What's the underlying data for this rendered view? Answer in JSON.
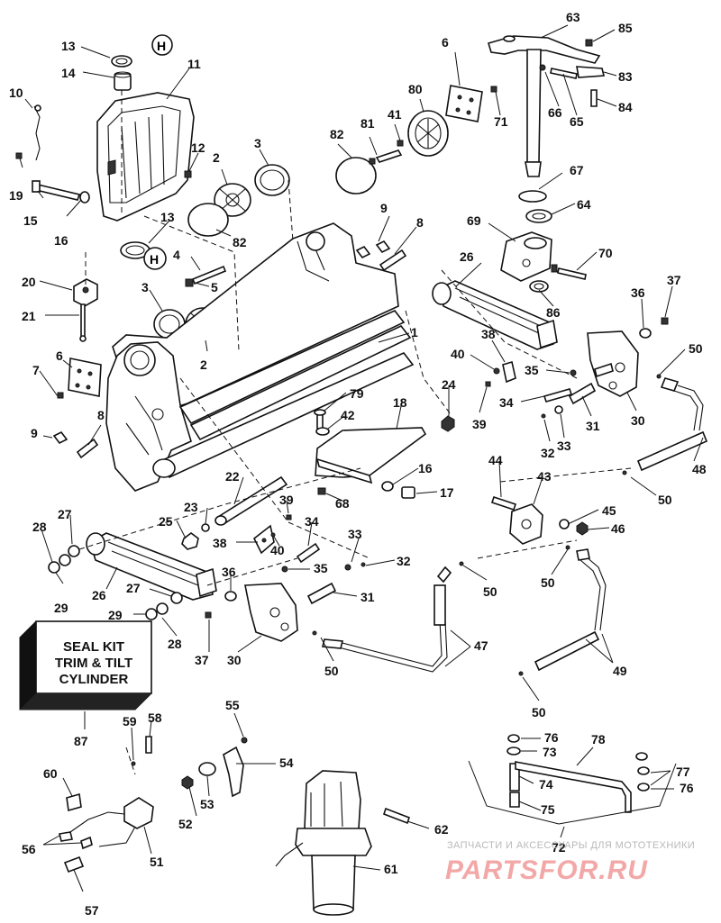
{
  "diagram": {
    "callouts": [
      {
        "id": "c13a",
        "text": "13"
      },
      {
        "id": "c14",
        "text": "14"
      },
      {
        "id": "c11",
        "text": "11"
      },
      {
        "id": "c10",
        "text": "10"
      },
      {
        "id": "c12",
        "text": "12"
      },
      {
        "id": "c19",
        "text": "19"
      },
      {
        "id": "c15",
        "text": "15"
      },
      {
        "id": "c16a",
        "text": "16"
      },
      {
        "id": "c2a",
        "text": "2"
      },
      {
        "id": "c3a",
        "text": "3"
      },
      {
        "id": "c13b",
        "text": "13"
      },
      {
        "id": "c82a",
        "text": "82"
      },
      {
        "id": "c4",
        "text": "4"
      },
      {
        "id": "c5",
        "text": "5"
      },
      {
        "id": "c20",
        "text": "20"
      },
      {
        "id": "c21",
        "text": "21"
      },
      {
        "id": "c3b",
        "text": "3"
      },
      {
        "id": "c2b",
        "text": "2"
      },
      {
        "id": "c6a",
        "text": "6"
      },
      {
        "id": "c7",
        "text": "7"
      },
      {
        "id": "c9a",
        "text": "9"
      },
      {
        "id": "c8a",
        "text": "8"
      },
      {
        "id": "c82b",
        "text": "82"
      },
      {
        "id": "c81",
        "text": "81"
      },
      {
        "id": "c41",
        "text": "41"
      },
      {
        "id": "c80",
        "text": "80"
      },
      {
        "id": "c6b",
        "text": "6"
      },
      {
        "id": "c71",
        "text": "71"
      },
      {
        "id": "c63",
        "text": "63"
      },
      {
        "id": "c85",
        "text": "85"
      },
      {
        "id": "c83",
        "text": "83"
      },
      {
        "id": "c66",
        "text": "66"
      },
      {
        "id": "c65",
        "text": "65"
      },
      {
        "id": "c84",
        "text": "84"
      },
      {
        "id": "c67",
        "text": "67"
      },
      {
        "id": "c64",
        "text": "64"
      },
      {
        "id": "c69",
        "text": "69"
      },
      {
        "id": "c70",
        "text": "70"
      },
      {
        "id": "c9b",
        "text": "9"
      },
      {
        "id": "c8b",
        "text": "8"
      },
      {
        "id": "c26a",
        "text": "26"
      },
      {
        "id": "c86",
        "text": "86"
      },
      {
        "id": "c36a",
        "text": "36"
      },
      {
        "id": "c37a",
        "text": "37"
      },
      {
        "id": "c1",
        "text": "1"
      },
      {
        "id": "c38a",
        "text": "38"
      },
      {
        "id": "c40a",
        "text": "40"
      },
      {
        "id": "c35a",
        "text": "35"
      },
      {
        "id": "c50a",
        "text": "50"
      },
      {
        "id": "c79",
        "text": "79"
      },
      {
        "id": "c42",
        "text": "42"
      },
      {
        "id": "c18",
        "text": "18"
      },
      {
        "id": "c24",
        "text": "24"
      },
      {
        "id": "c34a",
        "text": "34"
      },
      {
        "id": "c39a",
        "text": "39"
      },
      {
        "id": "c31a",
        "text": "31"
      },
      {
        "id": "c32a",
        "text": "32"
      },
      {
        "id": "c33a",
        "text": "33"
      },
      {
        "id": "c30a",
        "text": "30"
      },
      {
        "id": "c48",
        "text": "48"
      },
      {
        "id": "c16b",
        "text": "16"
      },
      {
        "id": "c17",
        "text": "17"
      },
      {
        "id": "c68",
        "text": "68"
      },
      {
        "id": "c22",
        "text": "22"
      },
      {
        "id": "c44",
        "text": "44"
      },
      {
        "id": "c43",
        "text": "43"
      },
      {
        "id": "c50b",
        "text": "50"
      },
      {
        "id": "c23",
        "text": "23"
      },
      {
        "id": "c39b",
        "text": "39"
      },
      {
        "id": "c25",
        "text": "25"
      },
      {
        "id": "c34b",
        "text": "34"
      },
      {
        "id": "c38b",
        "text": "38"
      },
      {
        "id": "c40b",
        "text": "40"
      },
      {
        "id": "c27a",
        "text": "27"
      },
      {
        "id": "c28a",
        "text": "28"
      },
      {
        "id": "c45",
        "text": "45"
      },
      {
        "id": "c46",
        "text": "46"
      },
      {
        "id": "c33b",
        "text": "33"
      },
      {
        "id": "c32b",
        "text": "32"
      },
      {
        "id": "c35b",
        "text": "35"
      },
      {
        "id": "c36b",
        "text": "36"
      },
      {
        "id": "c29a",
        "text": "29"
      },
      {
        "id": "c26b",
        "text": "26"
      },
      {
        "id": "c27b",
        "text": "27"
      },
      {
        "id": "c31b",
        "text": "31"
      },
      {
        "id": "c50c",
        "text": "50"
      },
      {
        "id": "c50d",
        "text": "50"
      },
      {
        "id": "c29b",
        "text": "29"
      },
      {
        "id": "c28b",
        "text": "28"
      },
      {
        "id": "c37b",
        "text": "37"
      },
      {
        "id": "c30b",
        "text": "30"
      },
      {
        "id": "c47",
        "text": "47"
      },
      {
        "id": "c50e",
        "text": "50"
      },
      {
        "id": "c49",
        "text": "49"
      },
      {
        "id": "c50f",
        "text": "50"
      },
      {
        "id": "c87",
        "text": "87"
      },
      {
        "id": "c55",
        "text": "55"
      },
      {
        "id": "c59",
        "text": "59"
      },
      {
        "id": "c58",
        "text": "58"
      },
      {
        "id": "c54",
        "text": "54"
      },
      {
        "id": "c60",
        "text": "60"
      },
      {
        "id": "c53",
        "text": "53"
      },
      {
        "id": "c52",
        "text": "52"
      },
      {
        "id": "c56",
        "text": "56"
      },
      {
        "id": "c51",
        "text": "51"
      },
      {
        "id": "c57",
        "text": "57"
      },
      {
        "id": "c62",
        "text": "62"
      },
      {
        "id": "c61",
        "text": "61"
      },
      {
        "id": "c76a",
        "text": "76"
      },
      {
        "id": "c73",
        "text": "73"
      },
      {
        "id": "c78",
        "text": "78"
      },
      {
        "id": "c74",
        "text": "74"
      },
      {
        "id": "c75",
        "text": "75"
      },
      {
        "id": "c77",
        "text": "77"
      },
      {
        "id": "c76b",
        "text": "76"
      },
      {
        "id": "c72",
        "text": "72"
      }
    ],
    "seal_kit_label": [
      "SEAL KIT",
      "TRIM & TILT",
      "CYLINDER"
    ]
  },
  "watermark": {
    "tagline": "ЗАПЧАСТИ И АКСЕССУАРЫ ДЛЯ МОТОТЕХНИКИ",
    "brand": "PARTSFOR.RU"
  }
}
